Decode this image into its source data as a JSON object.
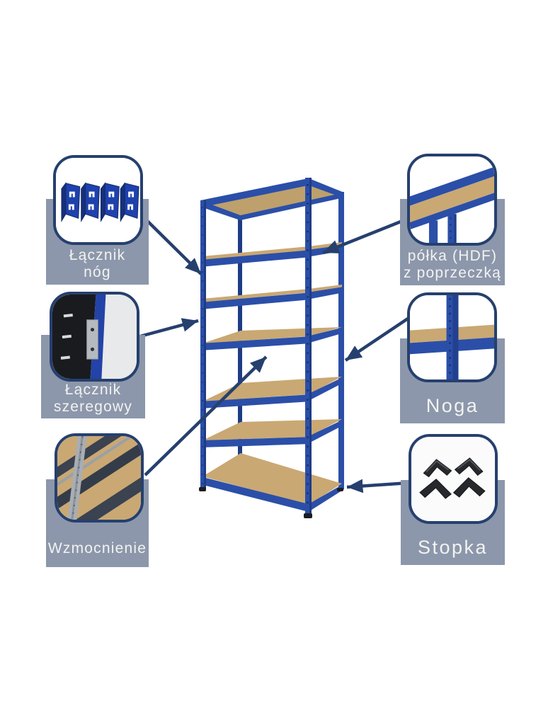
{
  "diagram": {
    "type": "product-callout-diagram",
    "callouts": [
      {
        "id": "lacznik-nog",
        "lines": [
          "Łącznik",
          "nóg"
        ],
        "image": "leg-connector-brackets"
      },
      {
        "id": "lacznik-szeregowy",
        "lines": [
          "Łącznik",
          "szeregowy"
        ],
        "image": "row-connector-bracket"
      },
      {
        "id": "wzmocnienie",
        "lines": [
          "Wzmocnienie"
        ],
        "image": "shelf-underside-reinforcement"
      },
      {
        "id": "polka-hdf",
        "lines": [
          "półka (HDF)",
          "z poprzeczką"
        ],
        "image": "hdf-shelf-with-crossbar"
      },
      {
        "id": "noga",
        "lines": [
          "Noga"
        ],
        "image": "upright-leg-closeup"
      },
      {
        "id": "stopka",
        "lines": [
          "Stopka"
        ],
        "image": "plastic-corner-feet"
      }
    ],
    "colors": {
      "band": "#8C97AB",
      "outline": "#26406E",
      "arrow": "#26406E",
      "label-text": "#F2F3F1",
      "rack-blue": "#2B4FA8",
      "rack-blue-dark": "#1E3C85",
      "shelf-tan": "#C9A873",
      "shelf-tan-dark": "#BDA06C",
      "background": "#FFFFFF"
    }
  }
}
